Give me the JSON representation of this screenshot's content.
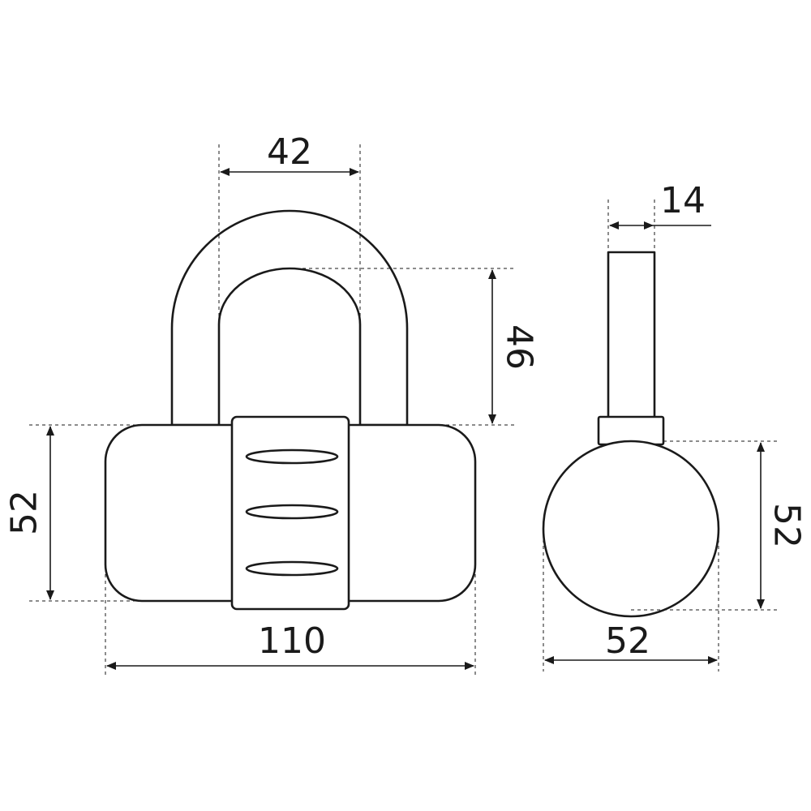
{
  "dimensions": {
    "shackle_inner_width": "42",
    "shackle_inner_height": "46",
    "body_height": "52",
    "body_width": "110",
    "shackle_diameter": "14",
    "side_height": "52",
    "side_width": "52"
  },
  "colors": {
    "line": "#1a1a1a",
    "background": "#ffffff"
  }
}
